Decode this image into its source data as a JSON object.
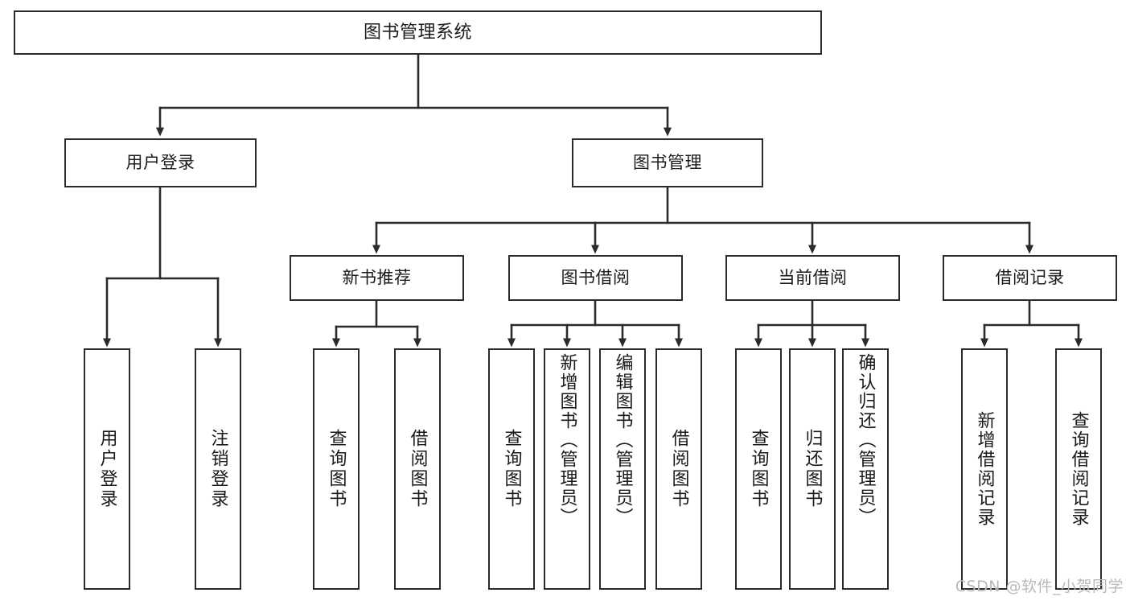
{
  "diagram": {
    "title": "图书管理系统",
    "type": "tree",
    "watermark": "CSDN @软件_小贺同学",
    "colors": {
      "stroke": "#2b2b2b",
      "fill": "#ffffff",
      "text": "#1a1a1a",
      "watermark": "#b9b9b9"
    },
    "levels": {
      "level0": [
        {
          "id": "root",
          "label": "图书管理系统"
        }
      ],
      "level1": [
        {
          "id": "user-login",
          "label": "用户登录"
        },
        {
          "id": "book-manage",
          "label": "图书管理"
        }
      ],
      "level2": [
        {
          "id": "new-book-recommend",
          "label": "新书推荐"
        },
        {
          "id": "book-borrow",
          "label": "图书借阅"
        },
        {
          "id": "current-borrow",
          "label": "当前借阅"
        },
        {
          "id": "borrow-record",
          "label": "借阅记录"
        }
      ],
      "level3": [
        {
          "id": "leaf-user-login",
          "label": "用户登录",
          "parent": "user-login"
        },
        {
          "id": "leaf-user-logout",
          "label": "注销登录",
          "parent": "user-login"
        },
        {
          "id": "leaf-query-book-1",
          "label": "查询图书",
          "parent": "new-book-recommend"
        },
        {
          "id": "leaf-borrow-book-1",
          "label": "借阅图书",
          "parent": "new-book-recommend"
        },
        {
          "id": "leaf-query-book-2",
          "label": "查询图书",
          "parent": "book-borrow"
        },
        {
          "id": "leaf-add-book",
          "label": "新增图书（管理员）",
          "parent": "book-borrow"
        },
        {
          "id": "leaf-edit-book",
          "label": "编辑图书（管理员）",
          "parent": "book-borrow"
        },
        {
          "id": "leaf-borrow-book-2",
          "label": "借阅图书",
          "parent": "book-borrow"
        },
        {
          "id": "leaf-query-book-3",
          "label": "查询图书",
          "parent": "current-borrow"
        },
        {
          "id": "leaf-return-book",
          "label": "归还图书",
          "parent": "current-borrow"
        },
        {
          "id": "leaf-confirm-return",
          "label": "确认归还（管理员）",
          "parent": "current-borrow"
        },
        {
          "id": "leaf-add-record",
          "label": "新增借阅记录",
          "parent": "borrow-record"
        },
        {
          "id": "leaf-query-record",
          "label": "查询借阅记录",
          "parent": "borrow-record"
        }
      ]
    }
  }
}
